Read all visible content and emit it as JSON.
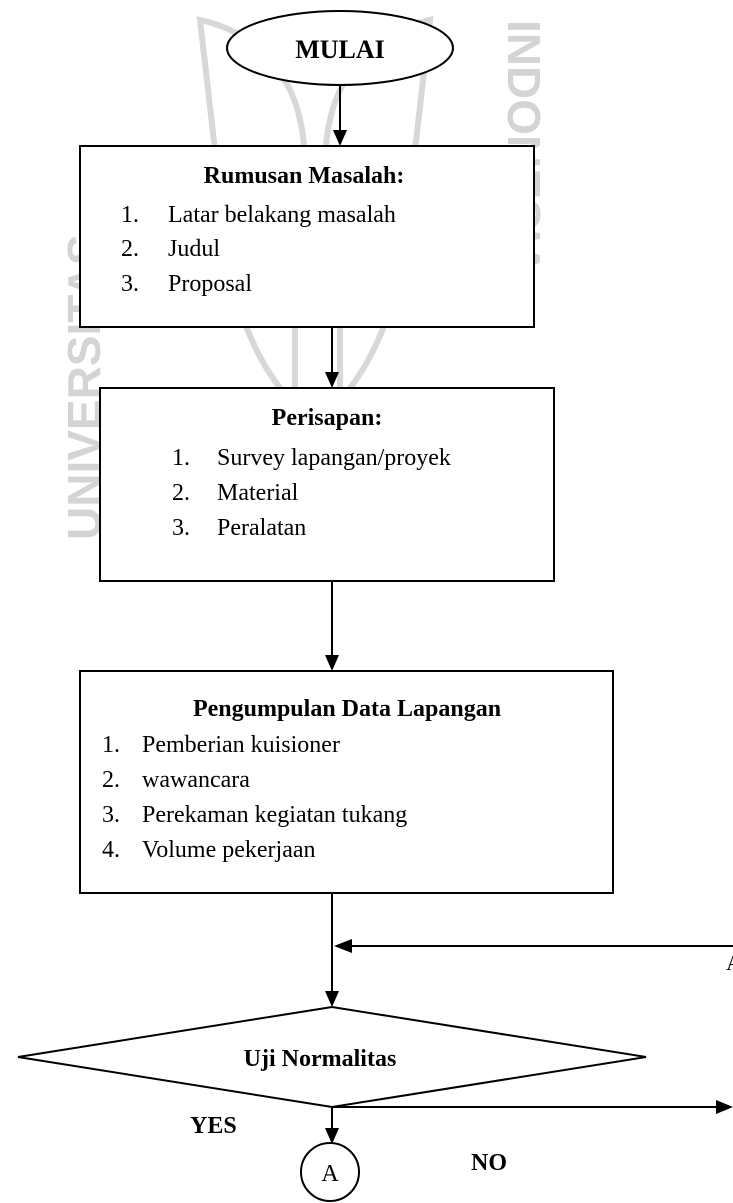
{
  "start": {
    "label": "MULAI"
  },
  "step1": {
    "title": "Rumusan Masalah:",
    "items": [
      {
        "num": "1.",
        "text": "Latar belakang  masalah"
      },
      {
        "num": "2.",
        "text": "Judul"
      },
      {
        "num": "3.",
        "text": "Proposal"
      }
    ]
  },
  "step2": {
    "title": "Perisapan:",
    "items": [
      {
        "num": "1.",
        "text": "Survey lapangan/proyek"
      },
      {
        "num": "2.",
        "text": "Material"
      },
      {
        "num": "3.",
        "text": "Peralatan"
      }
    ]
  },
  "step3": {
    "title": "Pengumpulan Data Lapangan",
    "items": [
      {
        "num": "1.",
        "text": "Pemberian kuisioner"
      },
      {
        "num": "2.",
        "text": "wawancara"
      },
      {
        "num": "3.",
        "text": "Perekaman kegiatan tukang"
      },
      {
        "num": "4.",
        "text": "Volume pekerjaan"
      }
    ]
  },
  "decision": {
    "label": "Uji Normalitas",
    "yes_label": "YES",
    "no_label": "NO"
  },
  "connector": {
    "label": "A"
  },
  "return_label": "A",
  "watermark": {
    "left_text": "UNIVERSITAS",
    "right_text": "INDONESIA"
  }
}
